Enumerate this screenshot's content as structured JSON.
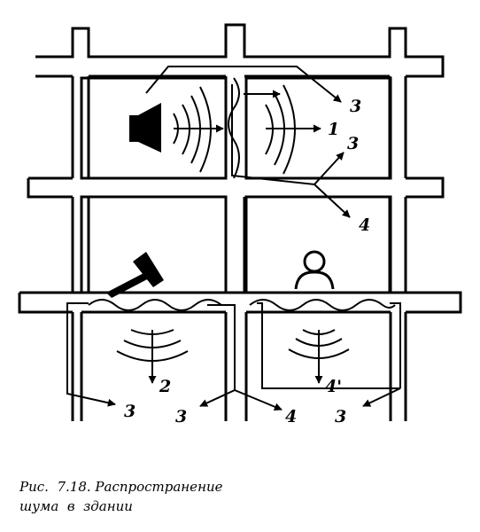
{
  "diagram": {
    "labels": {
      "direct_1": "1",
      "airborne_3_top": "3",
      "airborne_3_mid": "3",
      "flanking_4_top": "4",
      "impact_2": "2",
      "impact_4prime": "4'",
      "structure_3_left": "3",
      "structure_3_center": "3",
      "structure_4_bottom": "4",
      "structure_3_right": "3"
    }
  },
  "caption": {
    "number": "Рис.  7.18.",
    "line1": "Распространение",
    "line2": "шума  в  здании"
  }
}
